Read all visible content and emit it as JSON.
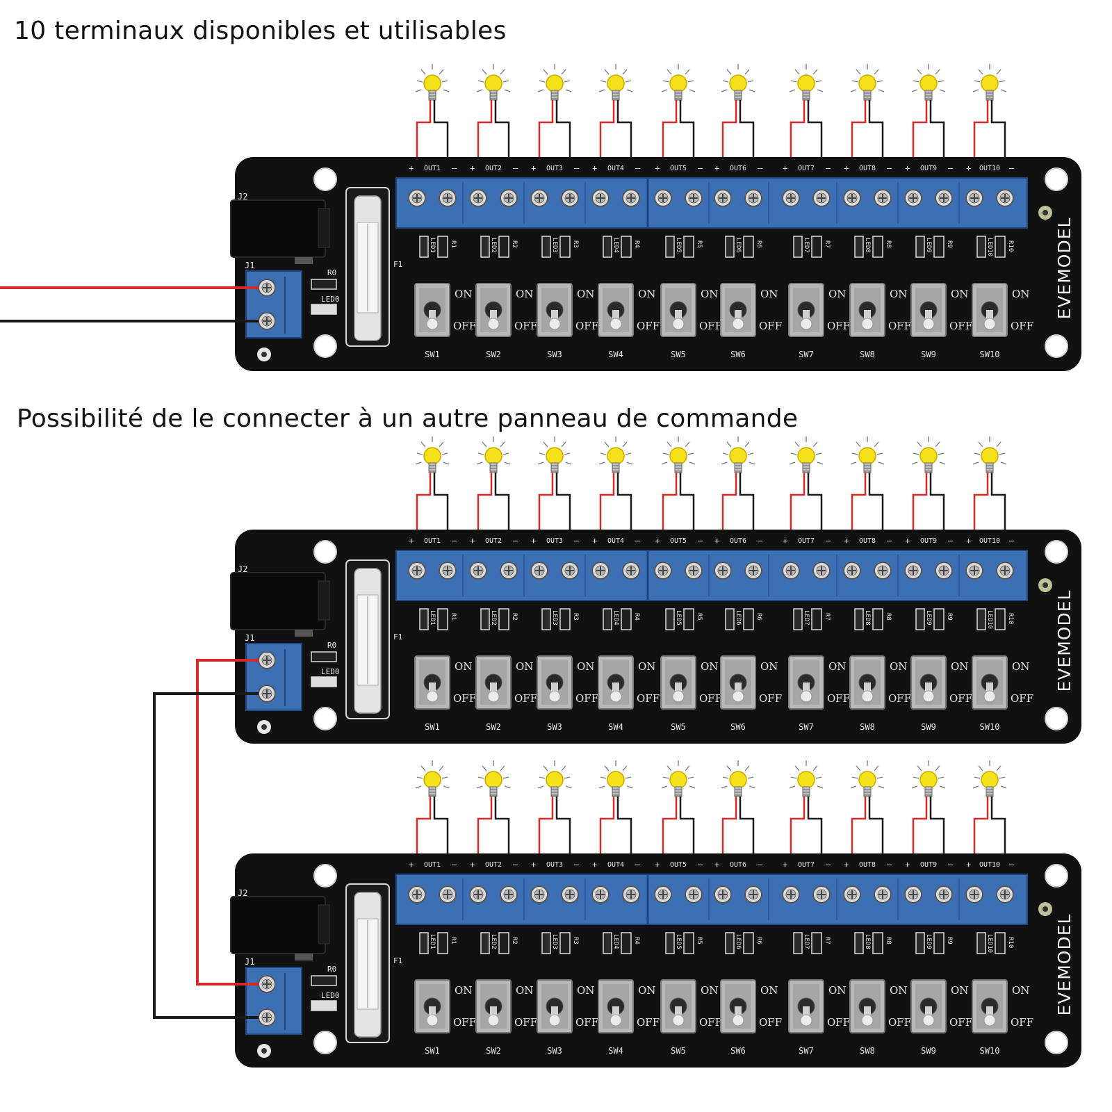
{
  "captions": {
    "top": "10 terminaux disponibles et utilisables",
    "bottom": "Possibilité de le connecter à un autre panneau de commande"
  },
  "board": {
    "brand": "EVEMODEL",
    "dc_jack_label": "J2",
    "terminal_label": "J1",
    "fuse_label": "F1",
    "power_resistor_label": "R0",
    "power_led_label": "LED0",
    "on_label": "ON",
    "off_label": "OFF",
    "outputs": [
      "OUT1",
      "OUT2",
      "OUT3",
      "OUT4",
      "OUT5",
      "OUT6",
      "OUT7",
      "OUT8",
      "OUT9",
      "OUT10"
    ],
    "leds": [
      "LED1",
      "LED2",
      "LED3",
      "LED4",
      "LED5",
      "LED6",
      "LED7",
      "LED8",
      "LED9",
      "LED10"
    ],
    "resistors": [
      "R1",
      "R2",
      "R3",
      "R4",
      "R5",
      "R6",
      "R7",
      "R8",
      "R9",
      "R10"
    ],
    "switches": [
      "SW1",
      "SW2",
      "SW3",
      "SW4",
      "SW5",
      "SW6",
      "SW7",
      "SW8",
      "SW9",
      "SW10"
    ]
  },
  "boards": [
    {
      "name": "panel-1",
      "input": "external-wires"
    },
    {
      "name": "panel-2",
      "input": "linked"
    },
    {
      "name": "panel-3",
      "input": "linked"
    }
  ],
  "colors": {
    "pcb": "#111111",
    "terminal_block": "#3d6fb5",
    "wire_positive": "#d42a2a",
    "wire_negative": "#1a1a1a",
    "bulb": "#f5e11a",
    "silkscreen": "#e8e8e8"
  }
}
